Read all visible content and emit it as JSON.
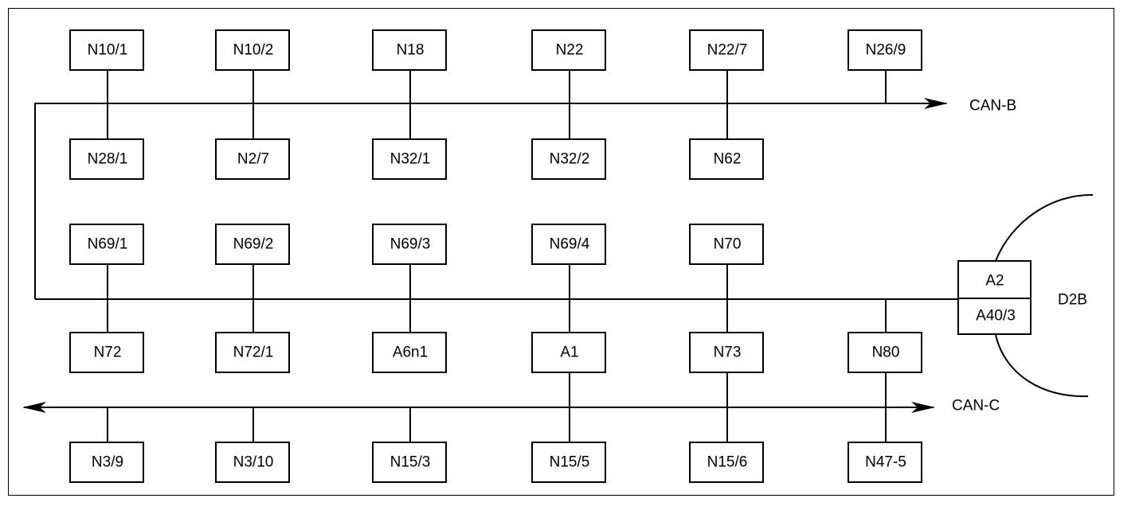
{
  "diagram": {
    "row1": [
      "N10/1",
      "N10/2",
      "N18",
      "N22",
      "N22/7",
      "N26/9"
    ],
    "row2": [
      "N28/1",
      "N2/7",
      "N32/1",
      "N32/2",
      "N62"
    ],
    "row3": [
      "N69/1",
      "N69/2",
      "N69/3",
      "N69/4",
      "N70"
    ],
    "row4": [
      "N72",
      "N72/1",
      "A6n1",
      "A1",
      "N73",
      "N80"
    ],
    "row5": [
      "N3/9",
      "N3/10",
      "N15/3",
      "N15/5",
      "N15/6",
      "N47-5"
    ],
    "gateway": {
      "top": "A2",
      "bottom": "A40/3"
    },
    "bus_labels": {
      "can_b": "CAN-B",
      "can_c": "CAN-C",
      "d2b": "D2B"
    }
  }
}
